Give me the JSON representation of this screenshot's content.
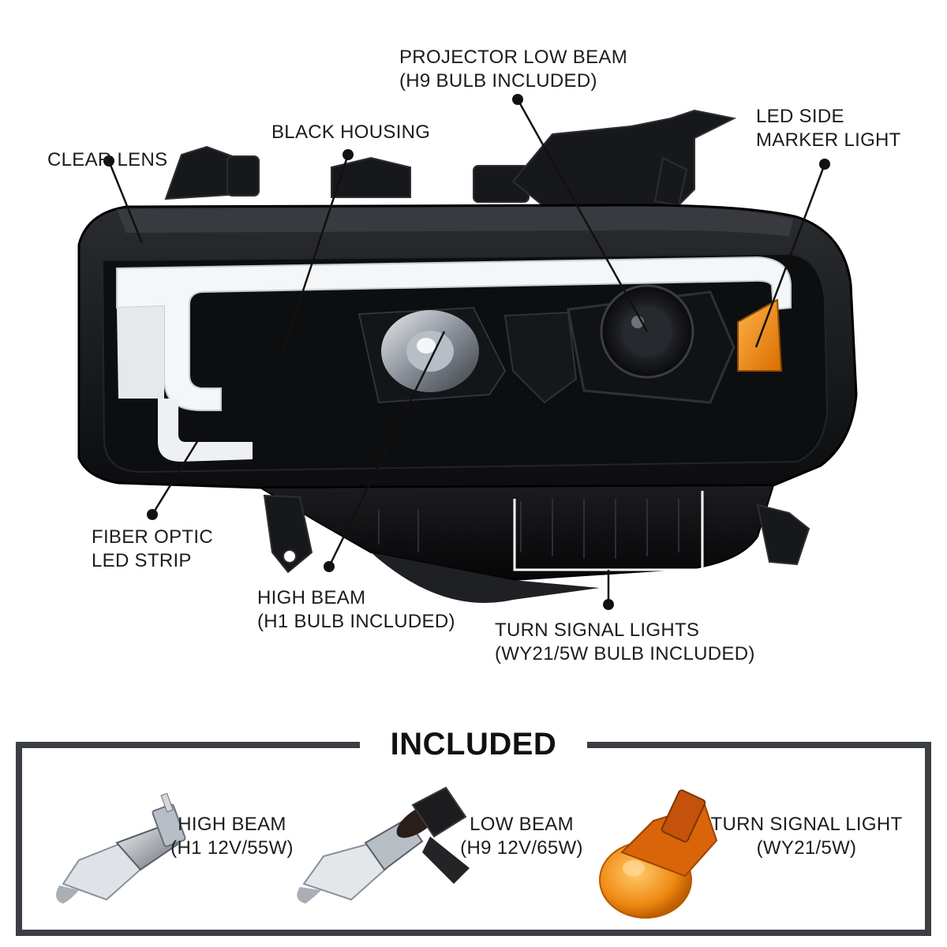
{
  "callouts": {
    "projector_low_beam": {
      "line1": "PROJECTOR LOW BEAM",
      "line2": "(H9 BULB INCLUDED)"
    },
    "black_housing": {
      "line1": "BLACK HOUSING"
    },
    "clear_lens": {
      "line1": "CLEAR LENS"
    },
    "led_side_marker": {
      "line1": "LED SIDE",
      "line2": "MARKER LIGHT"
    },
    "fiber_optic": {
      "line1": "FIBER OPTIC",
      "line2": "LED STRIP"
    },
    "high_beam": {
      "line1": "HIGH BEAM",
      "line2": "(H1 BULB INCLUDED)"
    },
    "turn_signal": {
      "line1": "TURN SIGNAL LIGHTS",
      "line2": "(WY21/5W BULB INCLUDED)"
    }
  },
  "included": {
    "title": "INCLUDED",
    "items": [
      {
        "icon": "h1-bulb-icon",
        "line1": "HIGH BEAM",
        "line2": "(H1 12V/55W)"
      },
      {
        "icon": "h9-bulb-icon",
        "line1": "LOW BEAM",
        "line2": "(H9 12V/65W)"
      },
      {
        "icon": "wy21-bulb-icon",
        "line1": "TURN SIGNAL LIGHT",
        "line2": "(WY21/5W)"
      }
    ]
  },
  "colors": {
    "housing": "#111214",
    "frame": "#3b3f44",
    "amber": "#f08a14",
    "drl": "#f4f6f8"
  }
}
